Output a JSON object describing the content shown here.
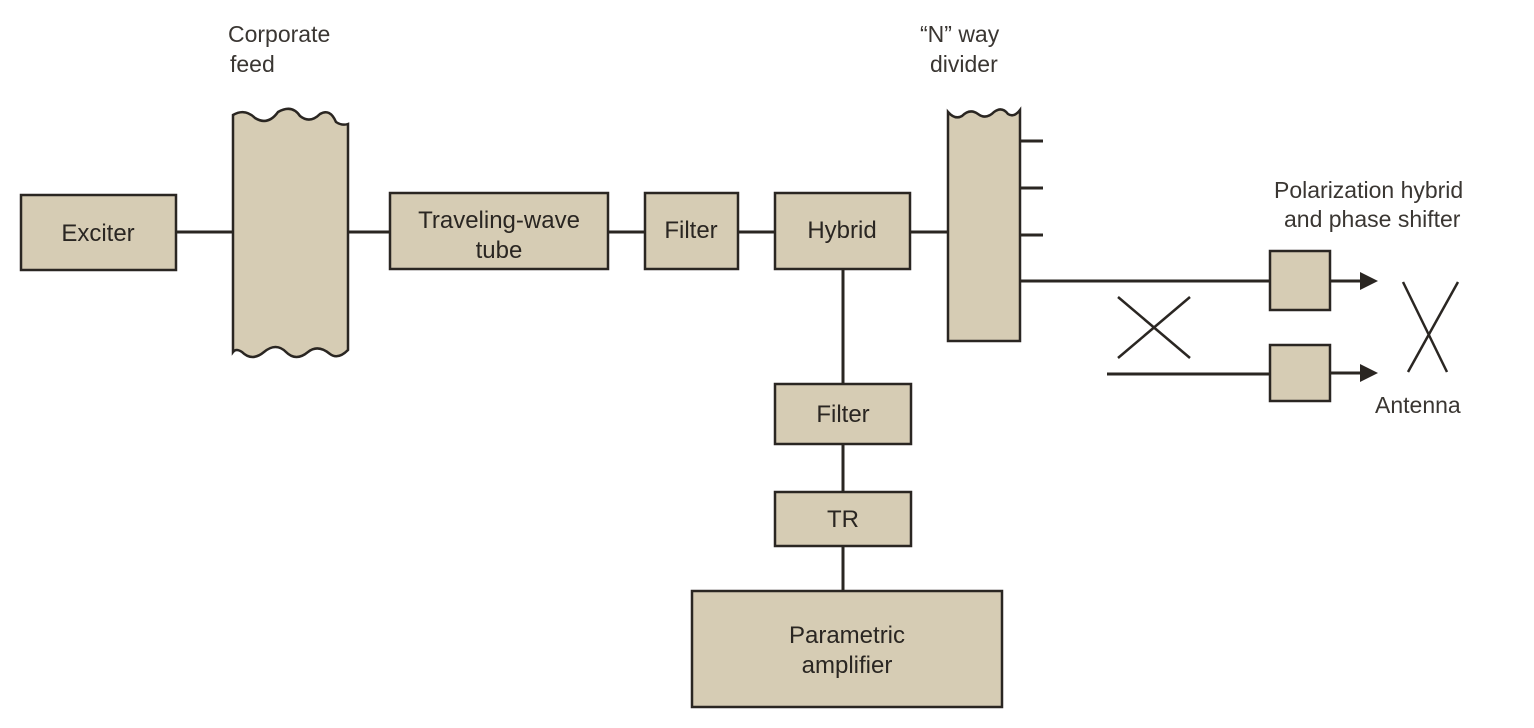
{
  "diagram": {
    "type": "block-diagram",
    "colors": {
      "block_fill": "#d6ccb4",
      "line": "#2a2622",
      "background": "#ffffff"
    },
    "blocks": {
      "exciter": {
        "label": [
          "Exciter"
        ]
      },
      "corporate_feed": {
        "caption": [
          "Corporate",
          "feed"
        ]
      },
      "twt": {
        "label": [
          "Traveling-wave",
          "tube"
        ]
      },
      "filter_tx": {
        "label": [
          "Filter"
        ]
      },
      "hybrid": {
        "label": [
          "Hybrid"
        ]
      },
      "n_way_divider": {
        "caption": [
          "“N” way",
          "divider"
        ]
      },
      "filter_rx": {
        "label": [
          "Filter"
        ]
      },
      "tr": {
        "label": [
          "TR"
        ]
      },
      "param_amp": {
        "label": [
          "Parametric",
          "amplifier"
        ]
      },
      "pol_hybrid": {
        "caption": [
          "Polarization hybrid",
          "and phase shifter"
        ]
      },
      "antenna": {
        "caption": [
          "Antenna"
        ]
      }
    },
    "connections": [
      {
        "from": "Exciter",
        "to": "Corporate feed"
      },
      {
        "from": "Corporate feed",
        "to": "Traveling-wave tube"
      },
      {
        "from": "Traveling-wave tube",
        "to": "Filter"
      },
      {
        "from": "Filter",
        "to": "Hybrid"
      },
      {
        "from": "Hybrid",
        "to": "\"N\" way divider"
      },
      {
        "from": "Hybrid",
        "to": "Filter (receive)"
      },
      {
        "from": "Filter (receive)",
        "to": "TR"
      },
      {
        "from": "TR",
        "to": "Parametric amplifier"
      },
      {
        "from": "\"N\" way divider",
        "to": "Polarization hybrid and phase shifter"
      },
      {
        "from": "Polarization hybrid and phase shifter",
        "to": "Antenna"
      }
    ]
  }
}
